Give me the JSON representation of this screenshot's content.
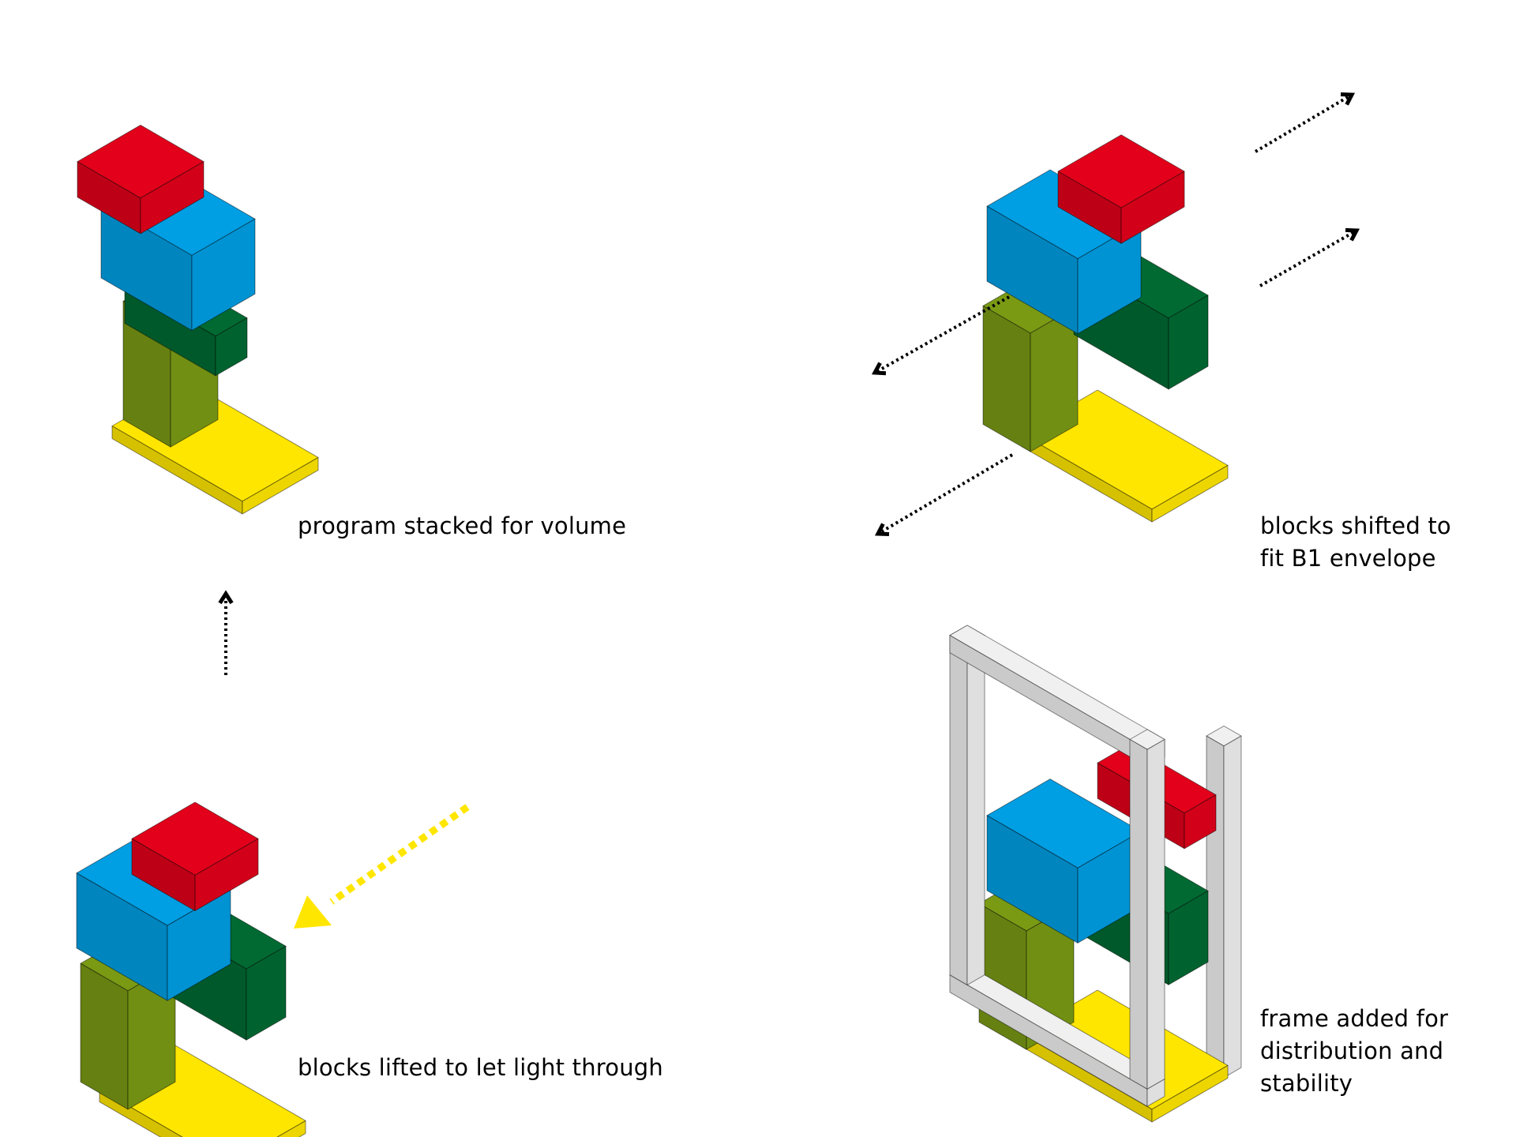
{
  "colors": {
    "red": "#e2001a",
    "blue": "#009ee3",
    "dark_green": "#006a32",
    "olive_green": "#7a9a14",
    "yellow": "#ffe600",
    "frame_grey": "#f0f0f0",
    "arrow_black": "#000000",
    "arrow_yellow": "#ffe600"
  },
  "panels": [
    {
      "id": "stacked",
      "caption_lines": [
        "program stacked for volume"
      ]
    },
    {
      "id": "shifted",
      "caption_lines": [
        "blocks shifted to",
        "fit B1 envelope"
      ]
    },
    {
      "id": "lifted",
      "caption_lines": [
        "blocks lifted to let light through"
      ]
    },
    {
      "id": "framed",
      "caption_lines": [
        "frame added for",
        "distribution and",
        "stability"
      ]
    }
  ]
}
